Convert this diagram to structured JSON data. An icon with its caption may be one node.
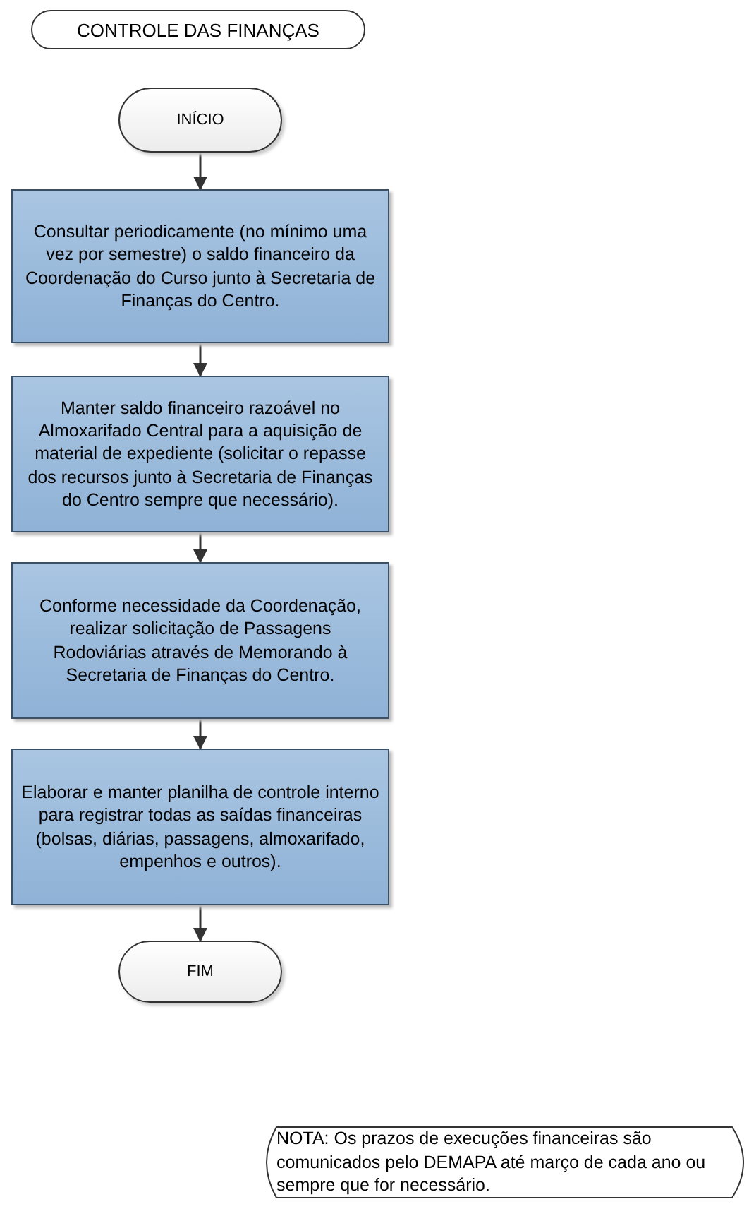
{
  "diagram": {
    "title": "CONTROLE DAS FINANÇAS",
    "nodes": [
      {
        "text": [
          "INÍCIO"
        ]
      },
      {
        "text": [
          "Consultar periodicamente (no mínimo uma vez por semestre) o saldo financeiro da Coordenação do Curso junto à Secretaria de Finanças do Centro."
        ]
      },
      {
        "text": [
          "Manter saldo financeiro razoável no Almoxarifado Central para a aquisição de material de expediente (solicitar o repasse dos recursos junto à Secretaria de Finanças do Centro sempre que necessário)."
        ]
      },
      {
        "text": [
          "Conforme necessidade da Coordenação, realizar solicitação de Passagens Rodoviárias através de Memorando à Secretaria de Finanças do Centro."
        ]
      },
      {
        "text": [
          "Elaborar e manter planilha de controle interno para registrar todas as saídas financeiras (bolsas, diárias, passagens, almoxarifado, empenhos e outros)."
        ]
      },
      {
        "text": [
          "FIM"
        ]
      },
      {
        "text": [
          "NOTA: Os prazos de execuções financeiras são comunicados pelo DEMAPA até março de cada ano ou sempre que for necessário."
        ]
      }
    ],
    "edges": [
      {
        "from": 0,
        "to": 1,
        "arrow": "to"
      },
      {
        "from": 1,
        "to": 2,
        "arrow": "to"
      },
      {
        "from": 2,
        "to": 3,
        "arrow": "to"
      },
      {
        "from": 3,
        "to": 4,
        "arrow": "to"
      },
      {
        "from": 4,
        "to": 5,
        "arrow": "to"
      }
    ]
  }
}
